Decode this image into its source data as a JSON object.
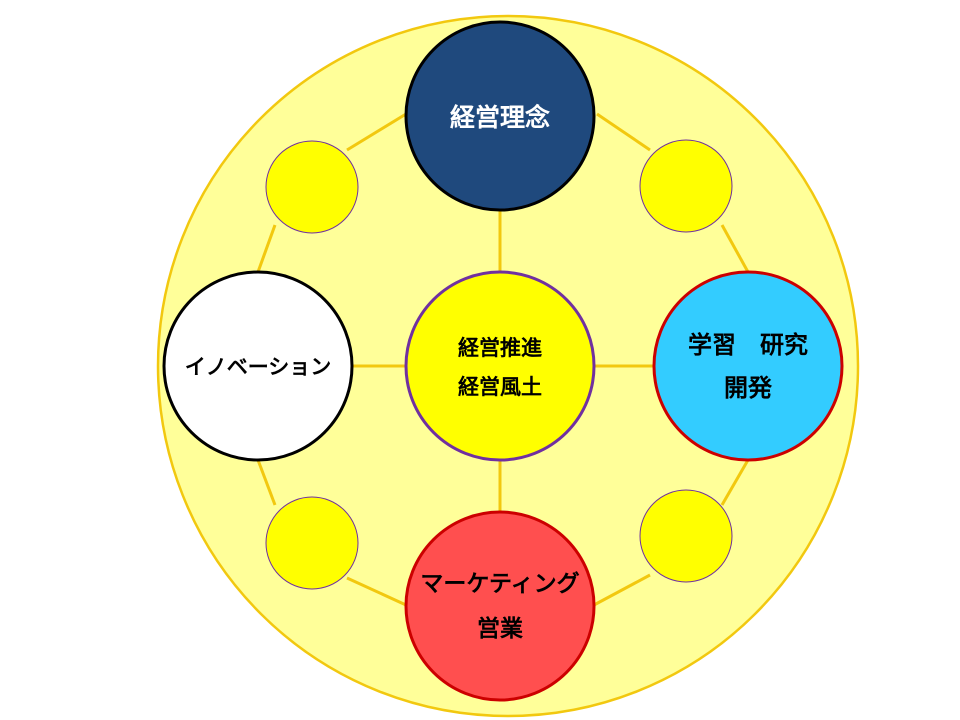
{
  "diagram": {
    "nodes": {
      "top": {
        "lines": [
          "経営理念"
        ],
        "fill": "#1f497d",
        "text_color": "#ffffff",
        "stroke": "#000000"
      },
      "left": {
        "lines": [
          "イノベーション"
        ],
        "fill": "#ffffff",
        "text_color": "#000000",
        "stroke": "#000000"
      },
      "center": {
        "lines": [
          "経営推進",
          "経営風土"
        ],
        "fill": "#ffff00",
        "text_color": "#000000",
        "stroke": "#7030a0"
      },
      "right": {
        "lines": [
          "学習　研究",
          "開発"
        ],
        "fill": "#33ccff",
        "text_color": "#000000",
        "stroke": "#cc0000"
      },
      "bottom": {
        "lines": [
          "マーケティング",
          "営業"
        ],
        "fill": "#ff4f4f",
        "text_color": "#000000",
        "stroke": "#cc0000"
      }
    },
    "colors": {
      "outer_ring_fill": "#ffff99",
      "outer_ring_stroke": "#f2c80f",
      "connector": "#f2c80f",
      "small_circle_fill": "#ffff00",
      "small_circle_stroke": "#7030a0"
    }
  }
}
